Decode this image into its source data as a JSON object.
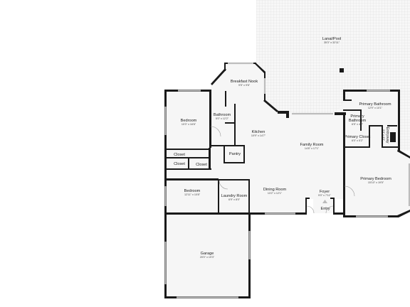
{
  "rooms": {
    "lanai": {
      "name": "Lanai/Pool",
      "dim": "35'3\" x 32'11\""
    },
    "breakfast_nook": {
      "name": "Breakfast Nook",
      "dim": "9'5\" x 9'6\""
    },
    "bedroom_1": {
      "name": "Bedroom",
      "dim": "10'3\" x 16'6\""
    },
    "bathroom": {
      "name": "Bathroom",
      "dim": "5'0\" x 12'2\""
    },
    "kitchen": {
      "name": "Kitchen",
      "dim": "10'9\" x 14'7\""
    },
    "pantry": {
      "name": "Pantry"
    },
    "closet_1": {
      "name": "Closet"
    },
    "closet_2": {
      "name": "Closet"
    },
    "closet_3": {
      "name": "Closet"
    },
    "bedroom_2": {
      "name": "Bedroom",
      "dim": "12'11\" x 10'8\""
    },
    "laundry": {
      "name": "Laundry Room",
      "dim": "6'9\" x 8'0\""
    },
    "dining": {
      "name": "Dining Room",
      "dim": "13'2\" x 12'1\""
    },
    "family": {
      "name": "Family Room",
      "dim": "14'8\" x 17'1\""
    },
    "foyer": {
      "name": "Foyer",
      "dim": "9'0\" x 7'11\""
    },
    "entry": {
      "name": "Entry"
    },
    "garage": {
      "name": "Garage",
      "dim": "20'0\" x 19'3\""
    },
    "primary_bath": {
      "name": "Primary Bathroom",
      "dim": "12'9\" x 10'1\""
    },
    "primary_bath_2": {
      "name": "Primary Bathroom",
      "dim": "6'5\" x 4'2\""
    },
    "primary_closet": {
      "name": "Primary Closet",
      "dim": "6'0\" x 5'2\""
    },
    "entryway": {
      "name": "Entryway",
      "dim": "3'4\" x 4'3\""
    },
    "primary_bedroom": {
      "name": "Primary Bedroom",
      "dim": "15'10\" x 19'5\""
    }
  }
}
